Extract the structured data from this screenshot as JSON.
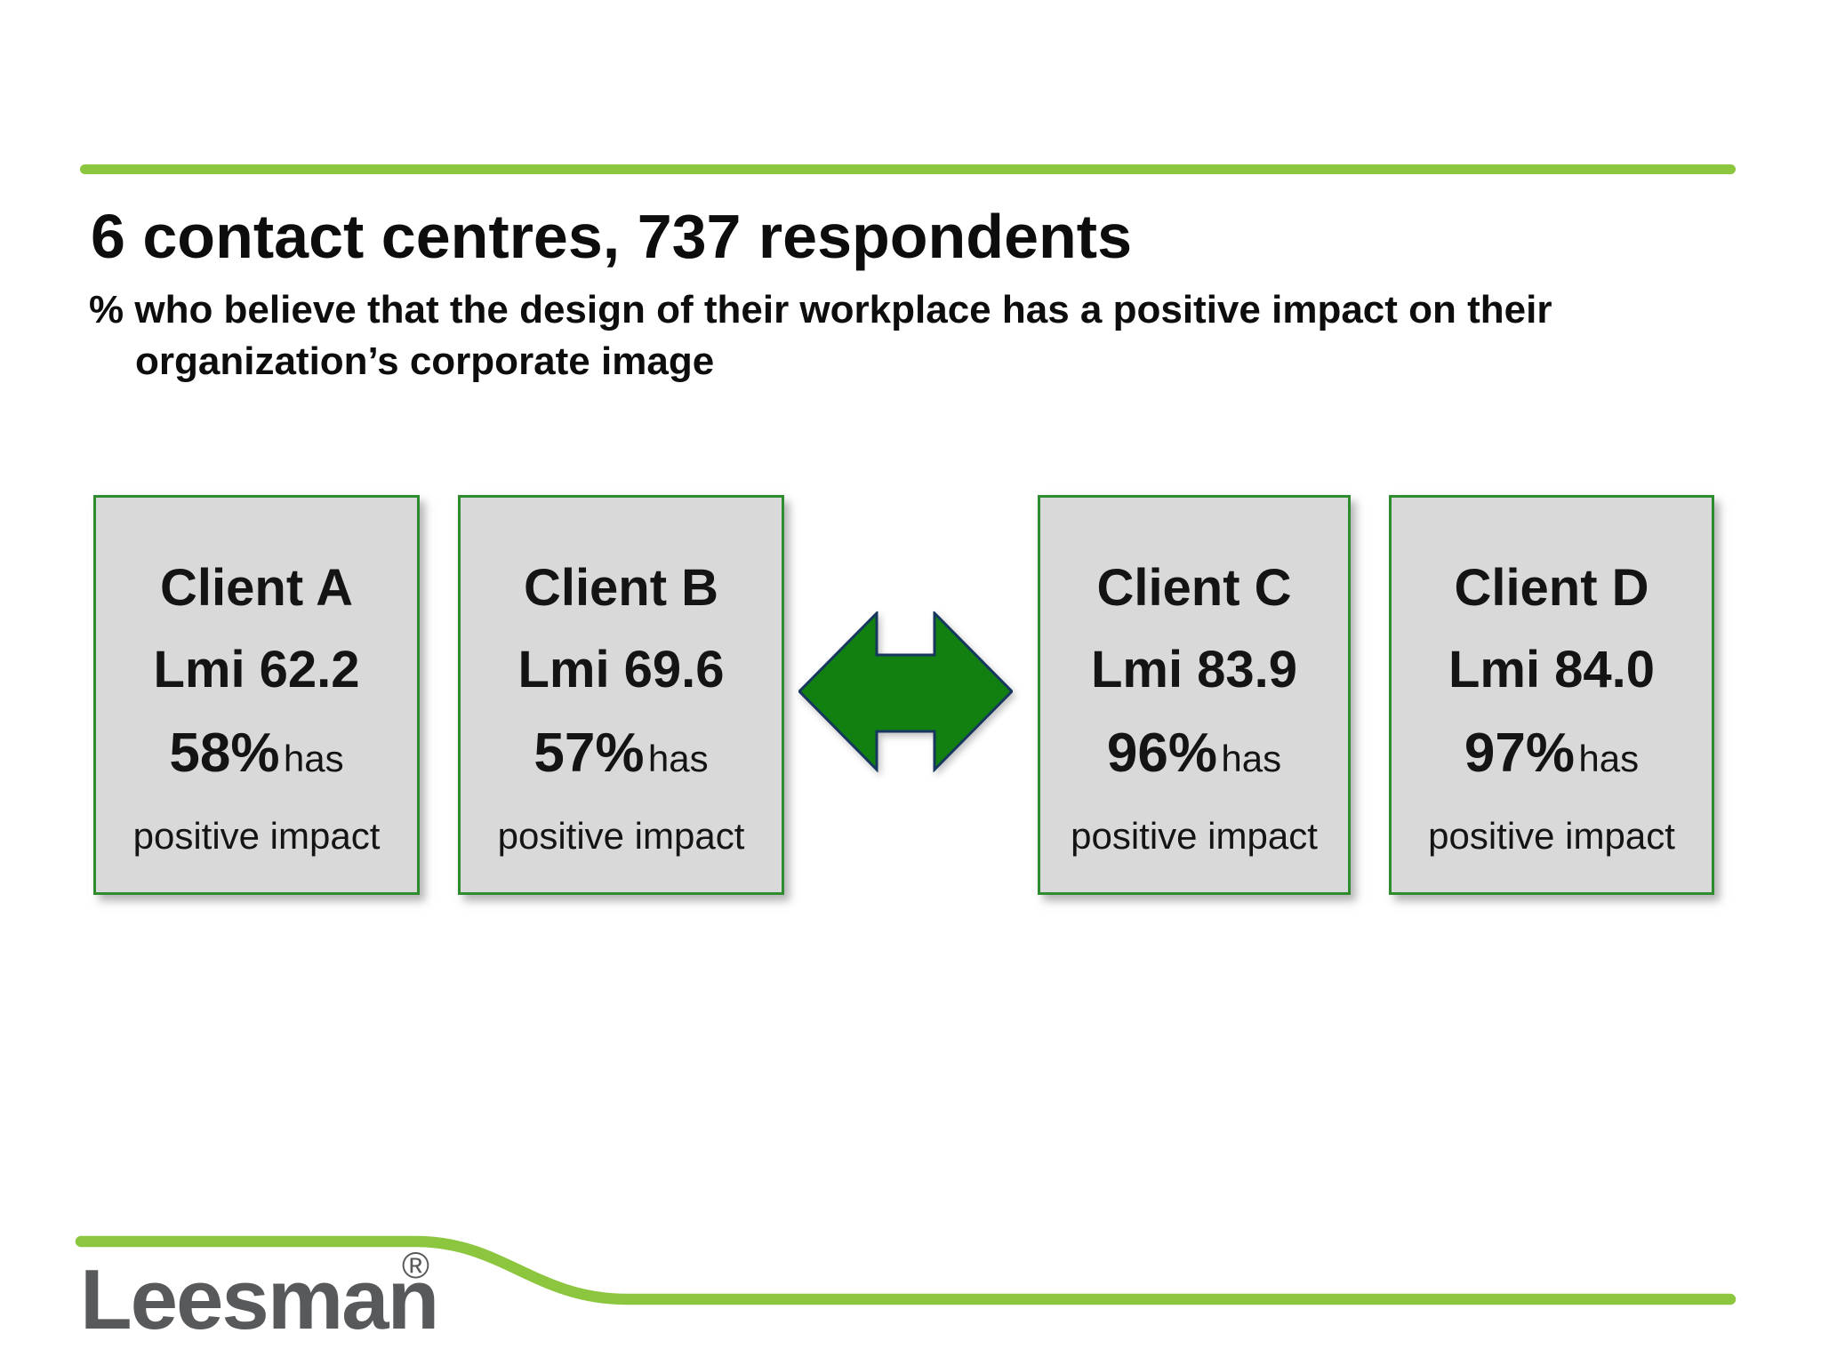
{
  "slide": {
    "title": "6 contact centres, 737 respondents",
    "subtitle_line1": "% who believe that the design of their workplace has a positive impact on their",
    "subtitle_line2": "organization’s corporate image"
  },
  "clients": [
    {
      "name": "Client A",
      "lmi": "Lmi 62.2",
      "percent": "58%",
      "has": "has",
      "impact": "positive impact"
    },
    {
      "name": "Client B",
      "lmi": "Lmi 69.6",
      "percent": "57%",
      "has": "has",
      "impact": "positive impact"
    },
    {
      "name": "Client C",
      "lmi": "Lmi 83.9",
      "percent": "96%",
      "has": "has",
      "impact": "positive impact"
    },
    {
      "name": "Client D",
      "lmi": "Lmi 84.0",
      "percent": "97%",
      "has": "has",
      "impact": "positive impact"
    }
  ],
  "logo": {
    "text": "Leesman",
    "registered": "®"
  },
  "colors": {
    "lime": "#8CC63E",
    "box_border": "#2E8B2E",
    "box_fill": "#D9D9D9",
    "arrow_fill": "#118011",
    "arrow_border": "#17375E",
    "logo_gray": "#58595B"
  }
}
